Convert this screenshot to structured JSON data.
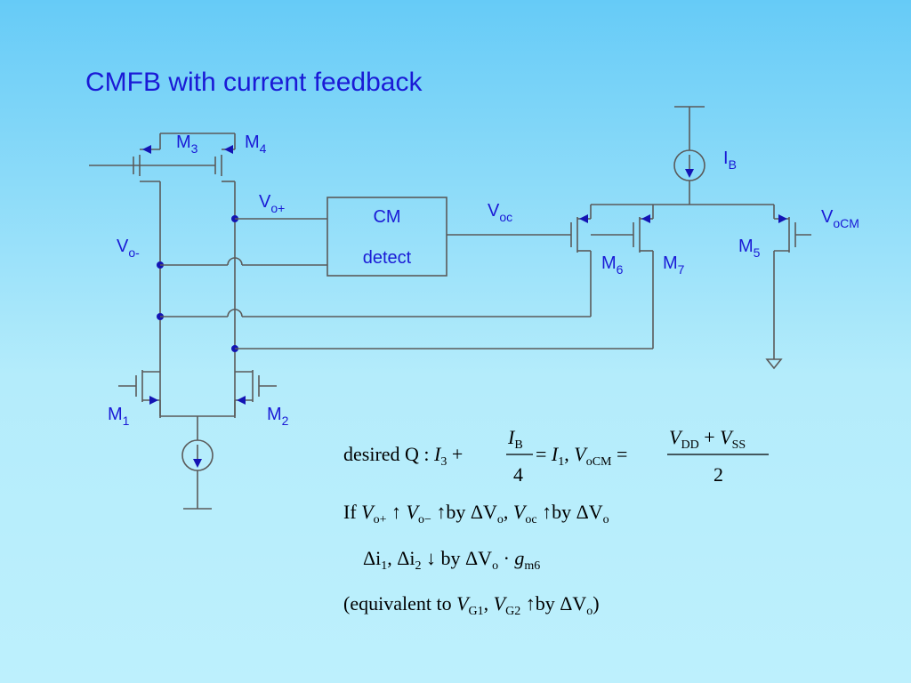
{
  "title": "CMFB with current feedback",
  "labels": {
    "m3": {
      "main": "M",
      "sub": "3"
    },
    "m4": {
      "main": "M",
      "sub": "4"
    },
    "m1": {
      "main": "M",
      "sub": "1"
    },
    "m2": {
      "main": "M",
      "sub": "2"
    },
    "m5": {
      "main": "M",
      "sub": "5"
    },
    "m6": {
      "main": "M",
      "sub": "6"
    },
    "m7": {
      "main": "M",
      "sub": "7"
    },
    "vo_plus": {
      "main": "V",
      "sub": "o+"
    },
    "vo_minus": {
      "main": "V",
      "sub": "o-"
    },
    "voc": {
      "main": "V",
      "sub": "oc"
    },
    "vocm": {
      "main": "V",
      "sub": "oCM"
    },
    "ib": {
      "main": "I",
      "sub": "B"
    }
  },
  "cm_block": {
    "line1": "CM",
    "line2": "detect"
  },
  "equations": {
    "line1": {
      "prefix": "desired Q : ",
      "i3": "I",
      "i3_sub": "3",
      "plus": " + ",
      "frac1_num": "I",
      "frac1_num_sub": "B",
      "frac1_den": "4",
      "eq1": " = ",
      "i1": "I",
      "i1_sub": "1",
      "comma": ", ",
      "vocm": "V",
      "vocm_sub": "oCM",
      "eq2": " = ",
      "frac2_num_a": "V",
      "frac2_num_a_sub": "DD",
      "frac2_plus": " + ",
      "frac2_num_b": "V",
      "frac2_num_b_sub": "SS",
      "frac2_den": "2"
    },
    "line2": {
      "if": "If ",
      "v1": "V",
      "v1_sub": "o+",
      "up1": " ↑ ",
      "v2": "V",
      "v2_sub": "o−",
      "up2": " ↑",
      "by1": "by ",
      "delta1": "ΔV",
      "delta1_sub": "o",
      "comma": ", ",
      "v3": "V",
      "v3_sub": "oc",
      "up3": " ↑",
      "by2": "by ",
      "delta2": "ΔV",
      "delta2_sub": "o"
    },
    "line3": {
      "di1": "Δi",
      "di1_sub": "1",
      "comma": ", ",
      "di2": "Δi",
      "di2_sub": "2",
      "down": " ↓ ",
      "by": " by ",
      "dv": "ΔV",
      "dv_sub": "o",
      "dot": " · ",
      "g": "g",
      "g_sub": "m6"
    },
    "line4": {
      "open": "(equivalent to ",
      "vg1": "V",
      "vg1_sub": "G1",
      "comma": ", ",
      "vg2": "V",
      "vg2_sub": "G2",
      "up": " ↑",
      "by": "by ",
      "dv": "ΔV",
      "dv_sub": "o",
      "close": ")"
    }
  }
}
